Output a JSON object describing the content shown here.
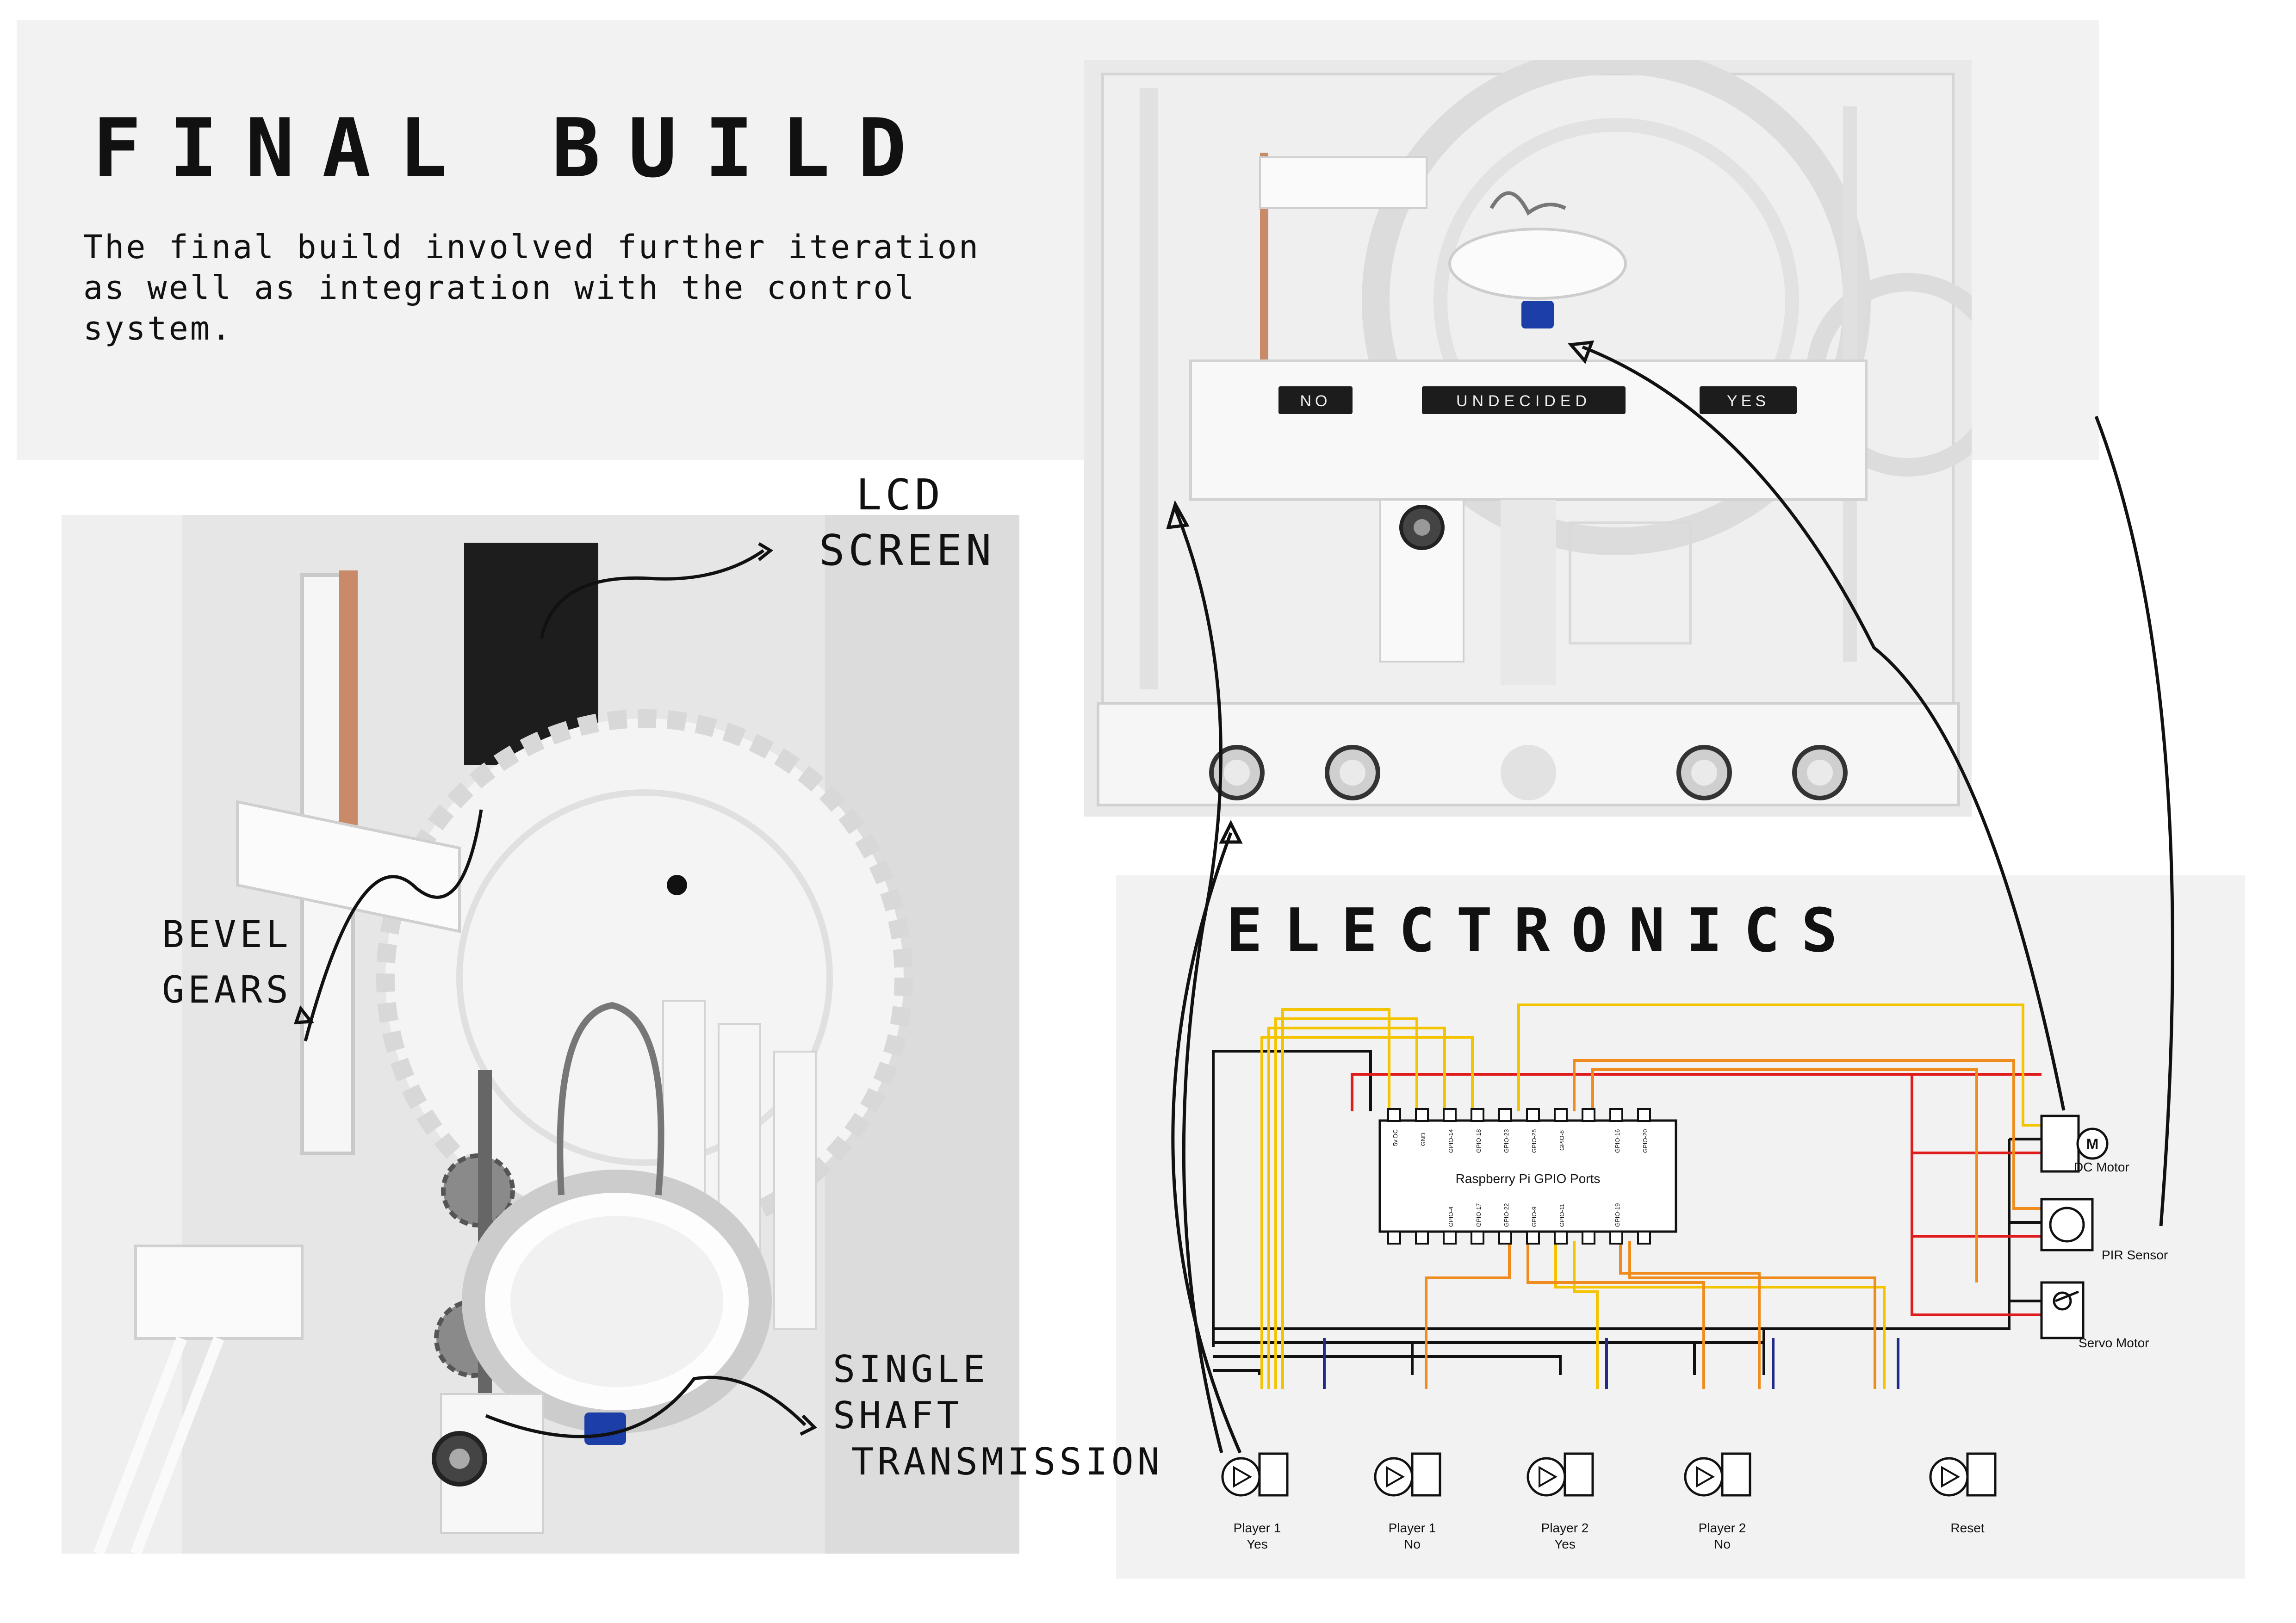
{
  "header": {
    "title": "FINAL BUILD",
    "description": "The final build involved further iteration as well as integration with the control system.",
    "description_lines": [
      "The final build involved further iteration",
      "as well as integration with the control",
      "system."
    ]
  },
  "photo_top": {
    "labels": {
      "no": "NO",
      "undecided": "UNDECIDED",
      "yes": "YES"
    }
  },
  "photo_left": {
    "annotations": {
      "lcd_line1": "LCD",
      "lcd_line2": "SCREEN",
      "bevel_line1": "BEVEL",
      "bevel_line2": "GEARS",
      "shaft_line1": "SINGLE",
      "shaft_line2": "SHAFT",
      "shaft_line3": "TRANSMISSION"
    }
  },
  "electronics": {
    "title": "ELECTRONICS",
    "board_label": "Raspberry Pi GPIO Ports",
    "top_pins": [
      "5v DC",
      "GND",
      "GPIO-14",
      "GPIO-18",
      "GPIO-23",
      "GPIO-25",
      "GPIO-8",
      "",
      "GPIO-16",
      "GPIO-20"
    ],
    "bottom_pins": [
      "",
      "",
      "GPIO-4",
      "GPIO-17",
      "GPIO-22",
      "GPIO-9",
      "GPIO-11",
      "",
      "GPIO-19",
      ""
    ],
    "components": {
      "dc_motor": "DC Motor",
      "pir_sensor": "PIR Sensor",
      "servo_motor": "Servo Motor",
      "motor_symbol": "M"
    },
    "buttons": [
      {
        "line1": "Player 1",
        "line2": "Yes"
      },
      {
        "line1": "Player 1",
        "line2": "No"
      },
      {
        "line1": "Player 2",
        "line2": "Yes"
      },
      {
        "line1": "Player 2",
        "line2": "No"
      },
      {
        "line1": "Reset",
        "line2": ""
      }
    ]
  },
  "colors": {
    "background": "#ffffff",
    "panel": "#f2f2f2",
    "wire_yellow": "#f5c400",
    "wire_orange": "#f08c1e",
    "wire_red": "#e01b1b",
    "wire_blue": "#1f2a8a",
    "wire_black": "#111111"
  }
}
